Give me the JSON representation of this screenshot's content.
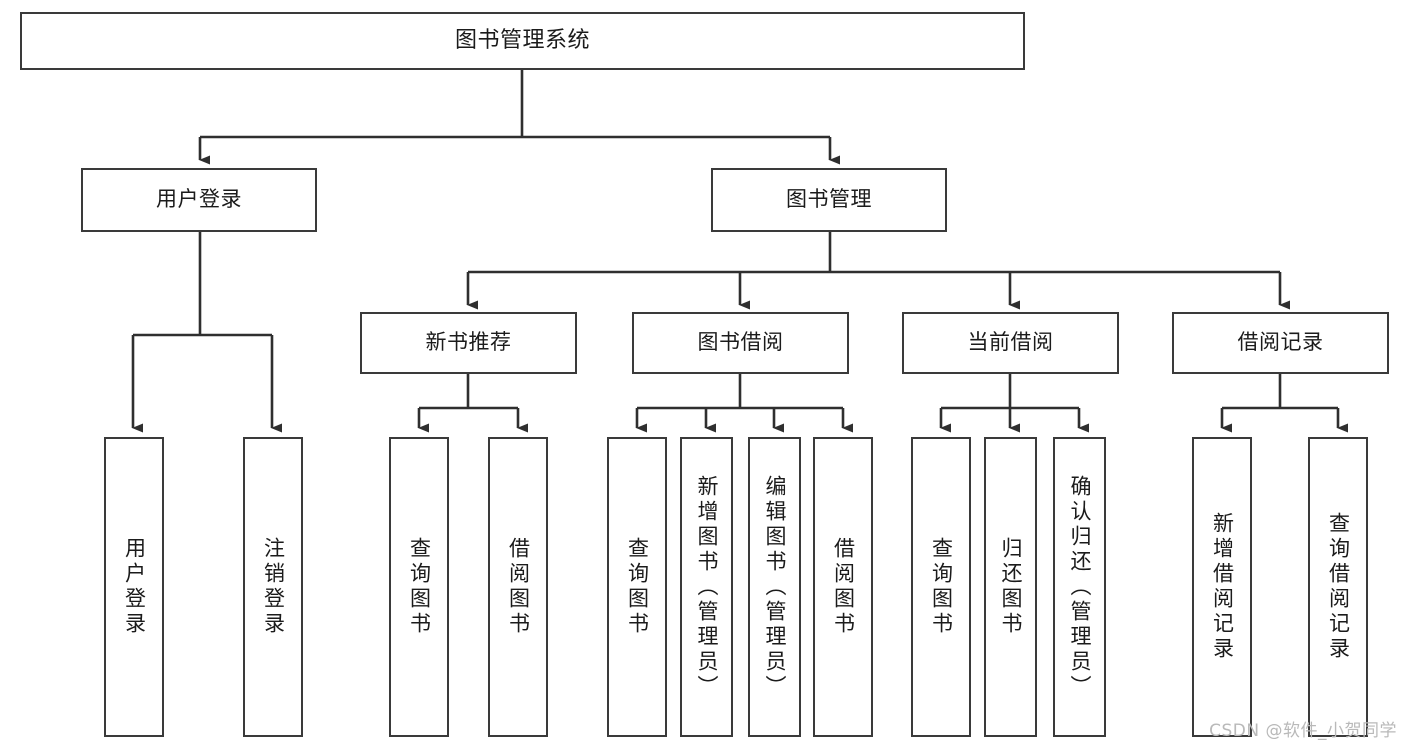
{
  "diagram": {
    "title": "图书管理系统",
    "type": "tree-hierarchy",
    "watermark": "CSDN @软件_小贺同学",
    "colors": {
      "box_border": "#3a3a3a",
      "box_fill": "#ffffff",
      "edge": "#2f2f2f",
      "text": "#1b1b1b",
      "watermark": "#b9b9b9"
    },
    "nodes": {
      "root": {
        "label": "图书管理系统"
      },
      "level2": [
        {
          "id": "user-login",
          "label": "用户登录"
        },
        {
          "id": "book-manage",
          "label": "图书管理"
        }
      ],
      "level3": [
        {
          "id": "new-book-recommend",
          "label": "新书推荐"
        },
        {
          "id": "book-borrow",
          "label": "图书借阅"
        },
        {
          "id": "current-borrow",
          "label": "当前借阅"
        },
        {
          "id": "borrow-record",
          "label": "借阅记录"
        }
      ],
      "leaves": {
        "user-login": [
          {
            "id": "leaf-user-login",
            "label": "用户登录"
          },
          {
            "id": "leaf-user-logout",
            "label": "注销登录"
          }
        ],
        "new-book-recommend": [
          {
            "id": "leaf-query-book-1",
            "label": "查询图书"
          },
          {
            "id": "leaf-borrow-book-1",
            "label": "借阅图书"
          }
        ],
        "book-borrow": [
          {
            "id": "leaf-query-book-2",
            "label": "查询图书"
          },
          {
            "id": "leaf-add-book",
            "label": "新增图书（管理员）"
          },
          {
            "id": "leaf-edit-book",
            "label": "编辑图书（管理员）"
          },
          {
            "id": "leaf-borrow-book-2",
            "label": "借阅图书"
          }
        ],
        "current-borrow": [
          {
            "id": "leaf-query-book-3",
            "label": "查询图书"
          },
          {
            "id": "leaf-return-book",
            "label": "归还图书"
          },
          {
            "id": "leaf-confirm-return",
            "label": "确认归还（管理员）"
          }
        ],
        "borrow-record": [
          {
            "id": "leaf-add-record",
            "label": "新增借阅记录"
          },
          {
            "id": "leaf-query-record",
            "label": "查询借阅记录"
          }
        ]
      }
    }
  }
}
